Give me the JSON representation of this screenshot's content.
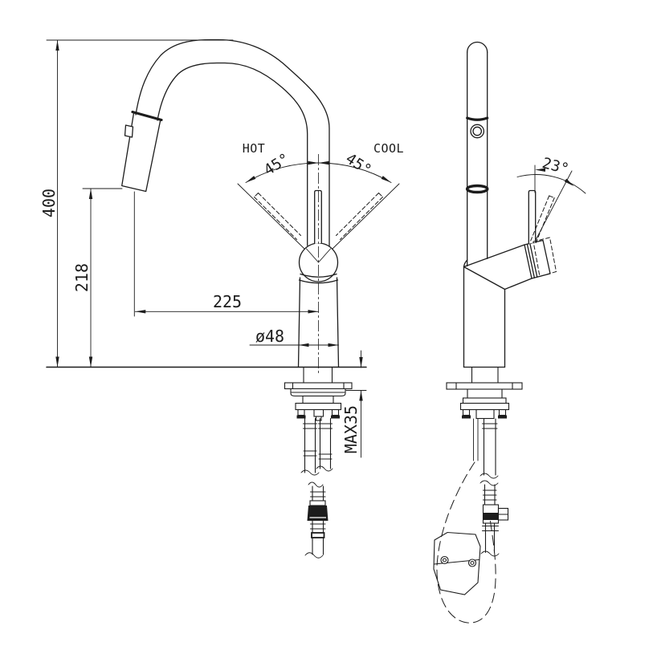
{
  "page": {
    "background_color": "#ffffff",
    "line_color": "#1c1c1c",
    "description": "Technical installation drawing of a pull-down kitchen mixer faucet, front and side views"
  },
  "views": {
    "front": {
      "dimensions": {
        "overall_height": "400",
        "outlet_height": "218",
        "spout_reach": "225",
        "body_diameter": "ø48",
        "max_deck_thickness": "MAX35"
      },
      "handle_rotation": {
        "hot_label": "HOT",
        "cool_label": "COOL",
        "hot_angle": "45°",
        "cool_angle": "45°"
      }
    },
    "side": {
      "handle_tilt_angle": "23°"
    }
  }
}
